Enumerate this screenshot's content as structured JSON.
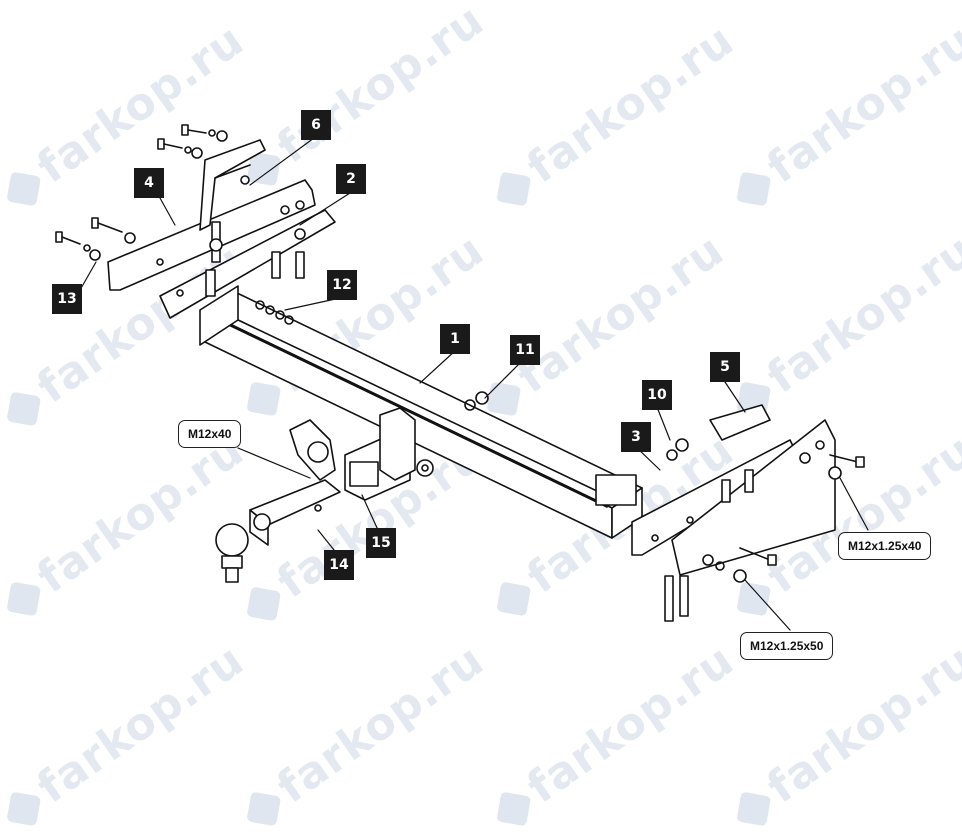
{
  "watermark": {
    "text": "farkop.ru",
    "color": "#c7d2e4"
  },
  "callouts": [
    "1",
    "2",
    "3",
    "4",
    "5",
    "6",
    "10",
    "11",
    "12",
    "13",
    "14",
    "15"
  ],
  "specs": {
    "bolt_top": "M12x40",
    "bolt_right_a": "M12x1.25x40",
    "bolt_right_b": "M12x1.25x50"
  },
  "colors": {
    "line": "#111111",
    "callout_bg": "#1a1a1a"
  }
}
